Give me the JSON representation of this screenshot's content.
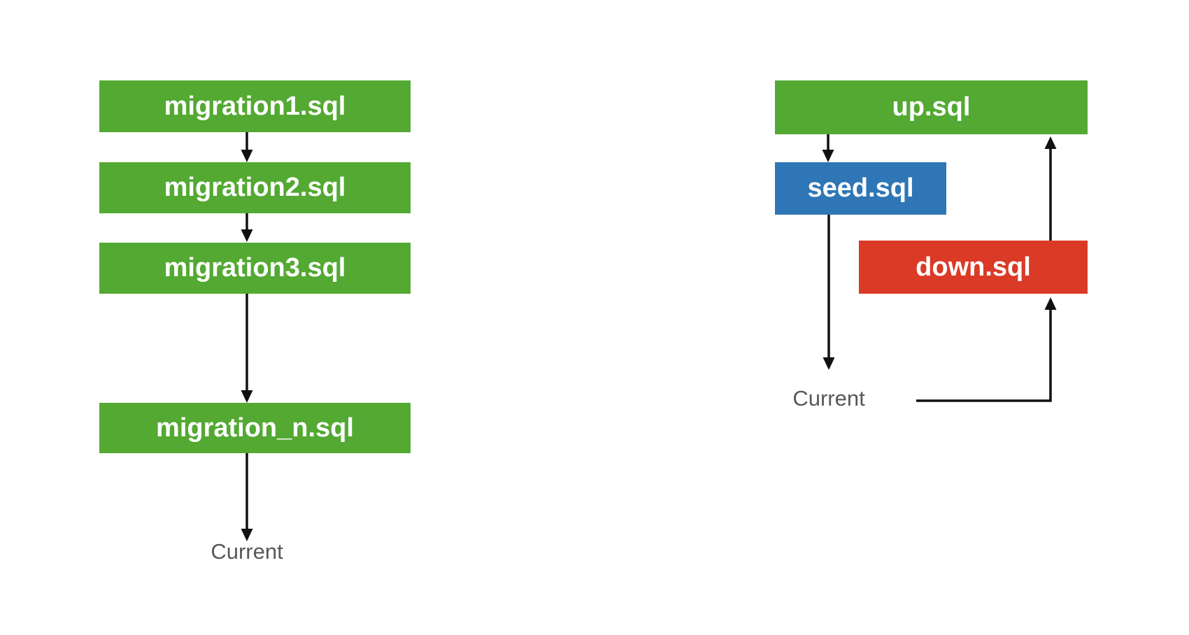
{
  "background_color": "#FFFFFF",
  "colors": {
    "migration_green": "#53A932",
    "seed_blue": "#2E76B5",
    "down_red": "#DA3A26",
    "arrow_black": "#111111",
    "current_gray": "#58585B",
    "node_text_white": "#FFFFFF",
    "background_white": "#FFFFFF"
  },
  "left_flow": {
    "nodes": [
      {
        "id": "migration1",
        "label": "migration1.sql"
      },
      {
        "id": "migration2",
        "label": "migration2.sql"
      },
      {
        "id": "migration3",
        "label": "migration3.sql"
      },
      {
        "id": "migration_n",
        "label": "migration_n.sql"
      }
    ],
    "current_label": "Current",
    "edges": [
      {
        "from": "migration1.sql",
        "to": "migration2.sql"
      },
      {
        "from": "migration2.sql",
        "to": "migration3.sql"
      },
      {
        "from": "migration3.sql",
        "to": "migration_n.sql"
      },
      {
        "from": "migration_n.sql",
        "to": "Current"
      }
    ]
  },
  "right_flow": {
    "nodes": [
      {
        "id": "up",
        "label": "up.sql"
      },
      {
        "id": "seed",
        "label": "seed.sql"
      },
      {
        "id": "down",
        "label": "down.sql"
      }
    ],
    "current_label": "Current",
    "edges": [
      {
        "from": "up.sql",
        "to": "seed.sql"
      },
      {
        "from": "seed.sql",
        "to": "Current"
      },
      {
        "from": "Current",
        "to": "down.sql"
      },
      {
        "from": "down.sql",
        "to": "up.sql"
      }
    ]
  }
}
